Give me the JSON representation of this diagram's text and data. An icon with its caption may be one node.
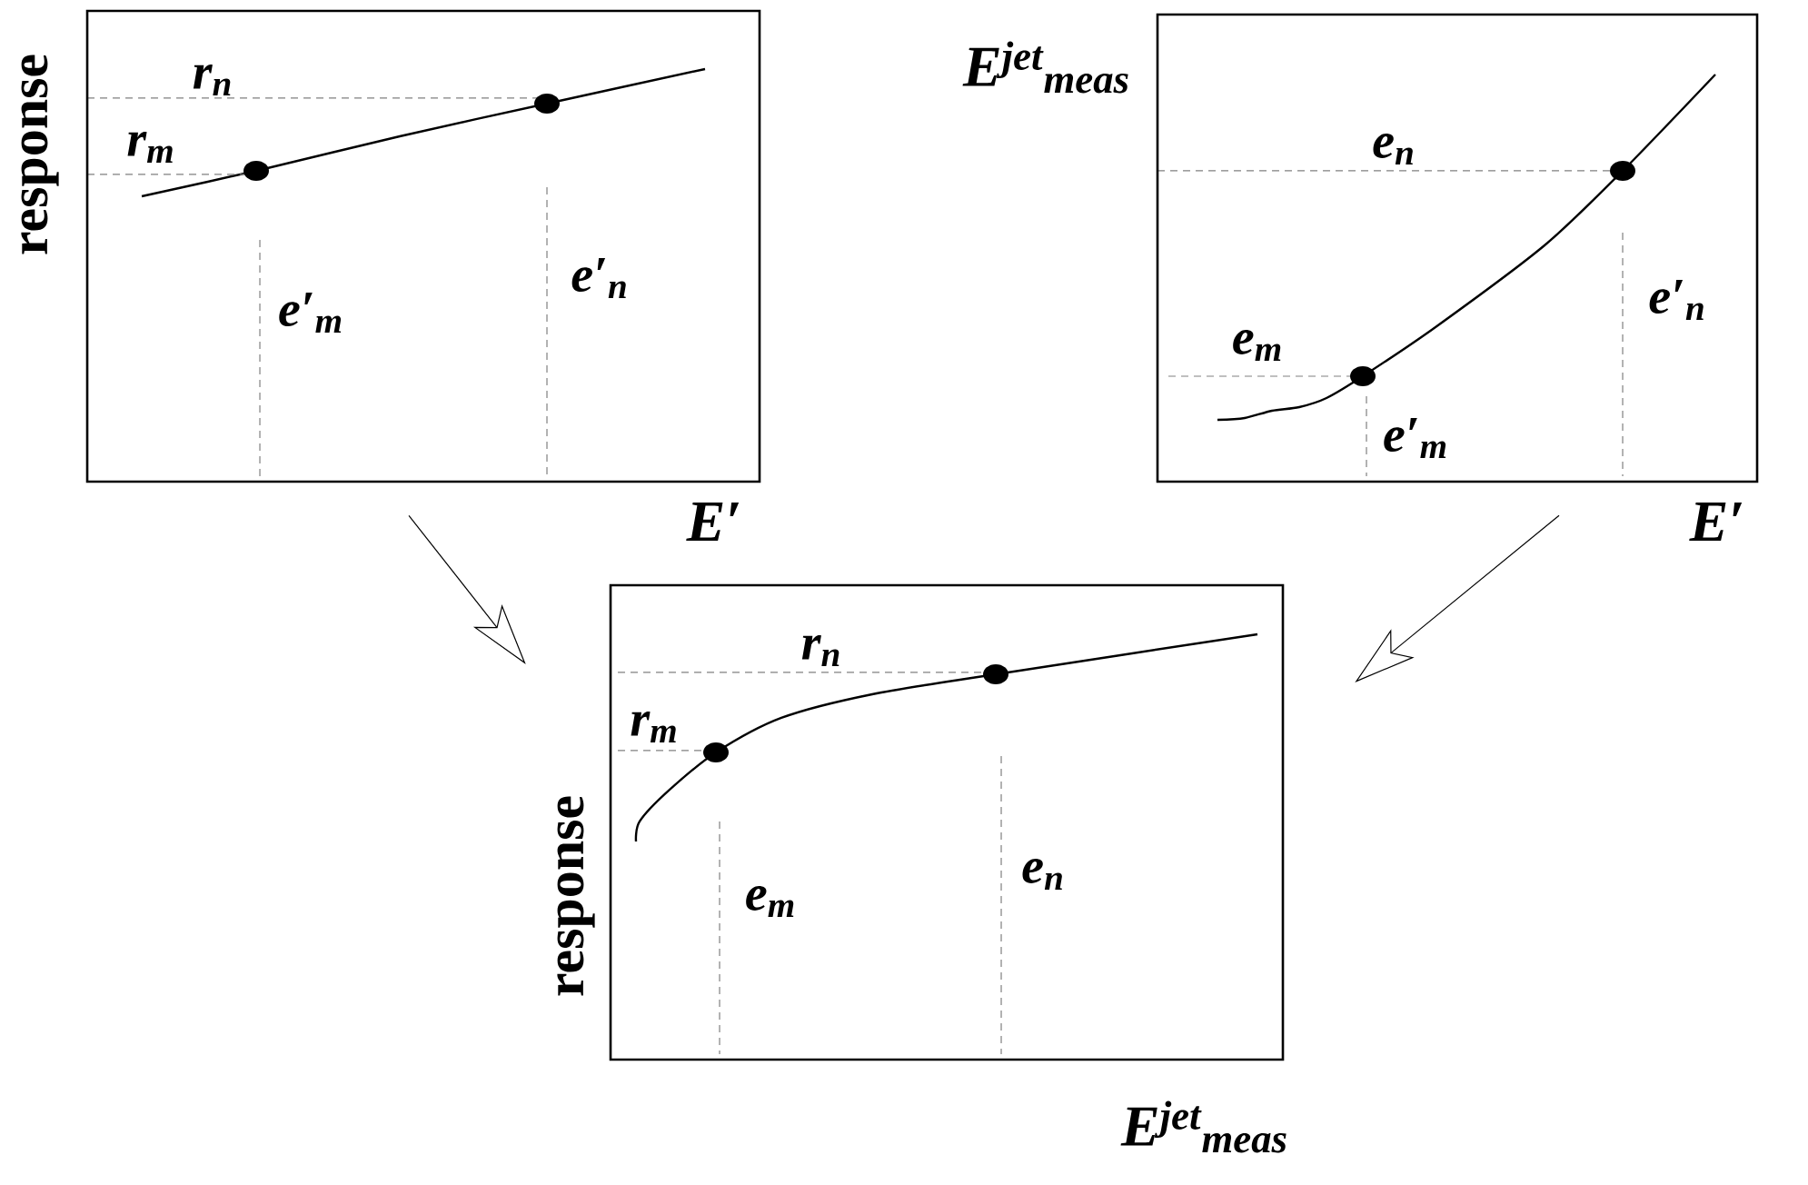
{
  "diagram": {
    "nodes": [
      {
        "text": [
          "response",
          "r$_{n}$",
          "r$_{m}$",
          "e′$_{m}$",
          "e′$_{n}$",
          "E′"
        ]
      },
      {
        "text": [
          "E$^{jet}$$_{meas}$",
          "e$_{n}$",
          "e$_{m}$",
          "e′$_{m}$",
          "e′$_{n}$",
          "E′"
        ]
      },
      {
        "text": [
          "response",
          "r$_{n}$",
          "r$_{m}$",
          "e$_{m}$",
          "e$_{n}$",
          "E$^{jet}$$_{meas}$"
        ]
      }
    ],
    "edges": [
      {
        "from": 0,
        "to": 2,
        "arrow": "to"
      },
      {
        "from": 1,
        "to": 2,
        "arrow": "to"
      }
    ]
  }
}
